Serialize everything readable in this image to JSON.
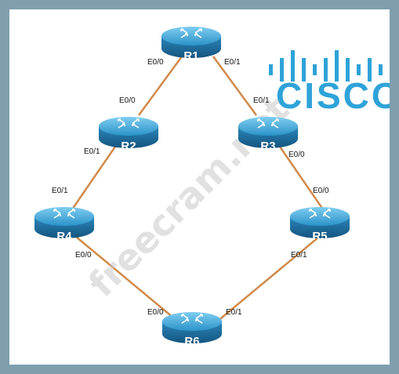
{
  "brand": {
    "logo_text": "CISCO",
    "accent": "#2ea3d8"
  },
  "watermark": "freecram.net",
  "colors": {
    "link": "#d08a4a",
    "router_top": "#3aa2d6",
    "router_side": "#1f6b9c",
    "frame": "#7f9fae"
  },
  "routers": [
    {
      "id": "r1",
      "label": "R1"
    },
    {
      "id": "r2",
      "label": "R2"
    },
    {
      "id": "r3",
      "label": "R3"
    },
    {
      "id": "r4",
      "label": "R4"
    },
    {
      "id": "r5",
      "label": "R5"
    },
    {
      "id": "r6",
      "label": "R6"
    }
  ],
  "links": [
    {
      "from": "R1",
      "to": "R2",
      "from_if": "E0/0",
      "to_if": "E0/0"
    },
    {
      "from": "R1",
      "to": "R3",
      "from_if": "E0/1",
      "to_if": "E0/1"
    },
    {
      "from": "R2",
      "to": "R4",
      "from_if": "E0/1",
      "to_if": "E0/1"
    },
    {
      "from": "R3",
      "to": "R5",
      "from_if": "E0/0",
      "to_if": "E0/0"
    },
    {
      "from": "R4",
      "to": "R6",
      "from_if": "E0/0",
      "to_if": "E0/0"
    },
    {
      "from": "R5",
      "to": "R6",
      "from_if": "E0/1",
      "to_if": "E0/1"
    }
  ],
  "interfaces": {
    "r1_e00": "E0/0",
    "r1_e01": "E0/1",
    "r2_e00": "E0/0",
    "r2_e01": "E0/1",
    "r3_e01": "E0/1",
    "r3_e00": "E0/0",
    "r4_e01": "E0/1",
    "r4_e00": "E0/0",
    "r5_e00": "E0/0",
    "r5_e01": "E0/1",
    "r6_e00": "E0/0",
    "r6_e01": "E0/1"
  }
}
